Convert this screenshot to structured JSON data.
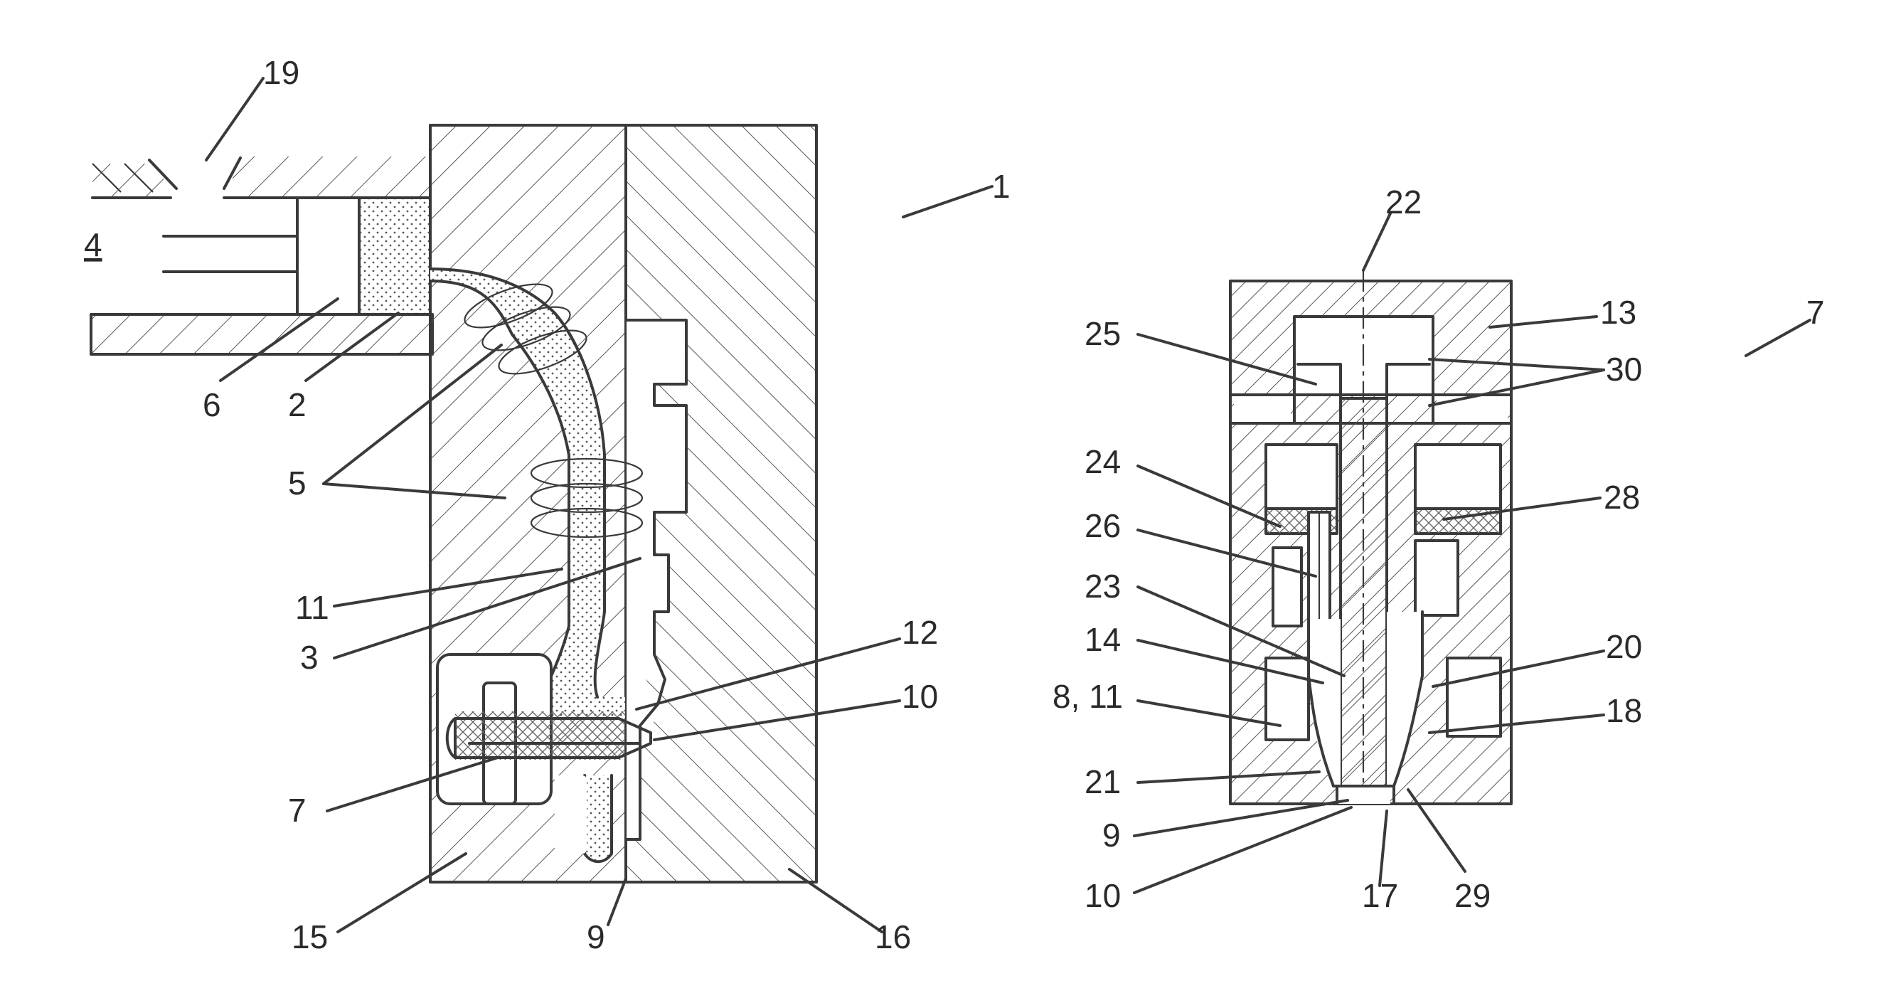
{
  "figure_left": {
    "labels": {
      "l1": "1",
      "l19": "19",
      "l4": "4",
      "l6": "6",
      "l2": "2",
      "l5": "5",
      "l11": "11",
      "l3": "3",
      "l12": "12",
      "l10": "10",
      "l7": "7",
      "l15": "15",
      "l9": "9",
      "l16": "16"
    }
  },
  "figure_right": {
    "labels": {
      "l22": "22",
      "l7": "7",
      "l13": "13",
      "l25": "25",
      "l30": "30",
      "l24": "24",
      "l28": "28",
      "l26": "26",
      "l23": "23",
      "l14": "14",
      "l20": "20",
      "l8_11": "8, 11",
      "l18": "18",
      "l21": "21",
      "l9": "9",
      "l10": "10",
      "l17": "17",
      "l29": "29"
    }
  }
}
